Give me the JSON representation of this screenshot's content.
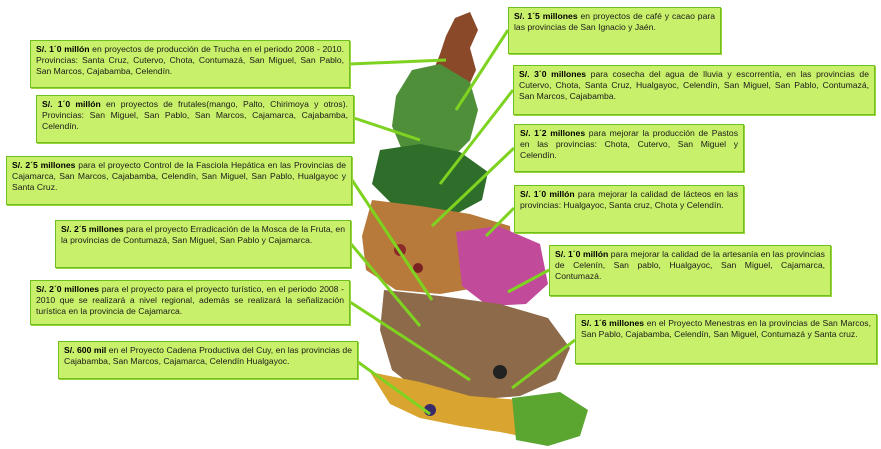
{
  "left_boxes": [
    {
      "amount": "S/. 1´0 millón",
      "text": " en proyectos de producción de Trucha en el periodo 2008 - 2010. Provincias: Santa Cruz, Cutervo, Chota, Contumazá, San Miguel, San Pablo, San Marcos, Cajabamba, Celendín."
    },
    {
      "amount": "S/. 1´0 millón",
      "text": " en proyectos de frutales(mango, Palto, Chirimoya y otros). Provincias: San Miguel, San Pablo, San Marcos, Cajamarca, Cajabamba, Celendín."
    },
    {
      "amount": "S/. 2´5 millones",
      "text": " para el proyecto Control de la Fasciola Hepática en las Provincias de Cajamarca, San Marcos, Cajabamba, Celendín, San Miguel, San Pablo, Hualgayoc y Santa Cruz."
    },
    {
      "amount": "S/. 2´5 millones",
      "text": " para el proyecto Erradicación de la Mosca de la Fruta, en la provincias de Contumazá, San Miguel, San Pablo y Cajamarca."
    },
    {
      "amount": "S/. 2´0 millones",
      "text": " para el proyecto para el proyecto turístico, en el periodo 2008 - 2010 que se realizará a nivel regional, además se realizará la señalización turística en la provincia de Cajamarca."
    },
    {
      "amount": "S/. 600 mil",
      "text": " en el Proyecto Cadena Productiva del Cuy, en las provincias de Cajabamba, San Marcos, Cajamarca, Celendín Hualgayoc."
    }
  ],
  "right_boxes": [
    {
      "amount": "S/. 1´5 millones",
      "text": " en proyectos de café y cacao para las provincias de San Ignacio y Jaén."
    },
    {
      "amount": "S/. 3´0 millones",
      "text": " para cosecha del agua de lluvia y escorrentía, en las provincias de Cutervo, Chota, Santa Cruz, Hualgayoc, Celendín, San Miguel, San Pablo, Contumazá, San Marcos, Cajabamba."
    },
    {
      "amount": "S/. 1´2 millones",
      "text": " para mejorar la producción de Pastos en las provincias: Chota, Cutervo, San Miguel y Celendín."
    },
    {
      "amount": "S/. 1´0 millón",
      "text": " para mejorar la calidad de lácteos en las provincias: Hualgayoc, Santa cruz, Chota y Celendín."
    },
    {
      "amount": "S/. 1´0 millón",
      "text": " para mejorar la calidad de la artesanía en las provincias de Celenín, San pablo, Hualgayoc, San Miguel, Cajamarca, Contumazá."
    },
    {
      "amount": "S/. 1´6 millones",
      "text": " en el Proyecto Menestras en la provincias de San Marcos, San Pablo, Cajabamba, Celendín, San Miguel, Contumazá y Santa cruz."
    }
  ],
  "colors": {
    "box_fill": "#c9f06a",
    "box_border": "#6fbf1e",
    "connector": "#7ed321"
  }
}
